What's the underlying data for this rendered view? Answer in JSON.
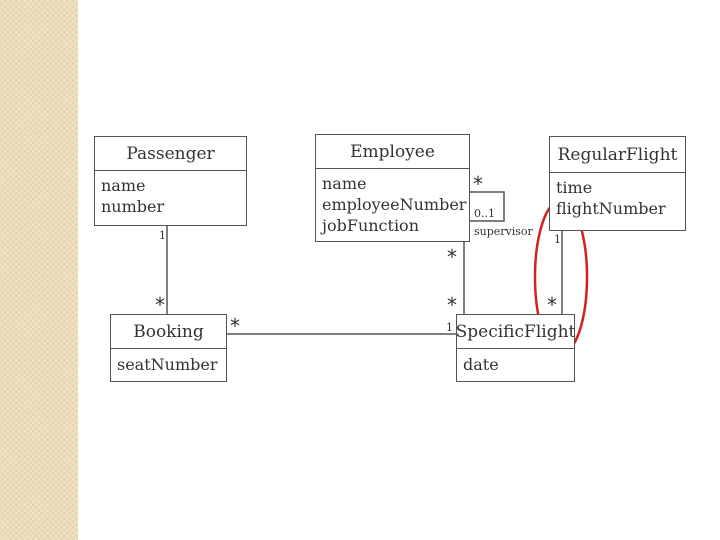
{
  "classes": {
    "passenger": {
      "name": "Passenger",
      "attrs": [
        "name",
        "number"
      ]
    },
    "employee": {
      "name": "Employee",
      "attrs": [
        "name",
        "employeeNumber",
        "jobFunction"
      ]
    },
    "regular_flight": {
      "name": "RegularFlight",
      "attrs": [
        "time",
        "flightNumber"
      ]
    },
    "booking": {
      "name": "Booking",
      "attrs": [
        "seatNumber"
      ]
    },
    "specific_flight": {
      "name": "SpecificFlight",
      "attrs": [
        "date"
      ]
    }
  },
  "multiplicities": {
    "passenger_end": "1",
    "booking_from_passenger": "*",
    "booking_to_specific": "*",
    "specific_from_booking": "1",
    "employee_self_star": "*",
    "employee_self_01": "0..1",
    "supervisor_role": "supervisor",
    "employee_to_specific": "*",
    "specific_from_employee": "*",
    "regular_end": "1",
    "specific_from_regular": "*"
  },
  "colors": {
    "line": "#555555",
    "highlight": "#d42020",
    "strip": "#f0e3c4"
  }
}
